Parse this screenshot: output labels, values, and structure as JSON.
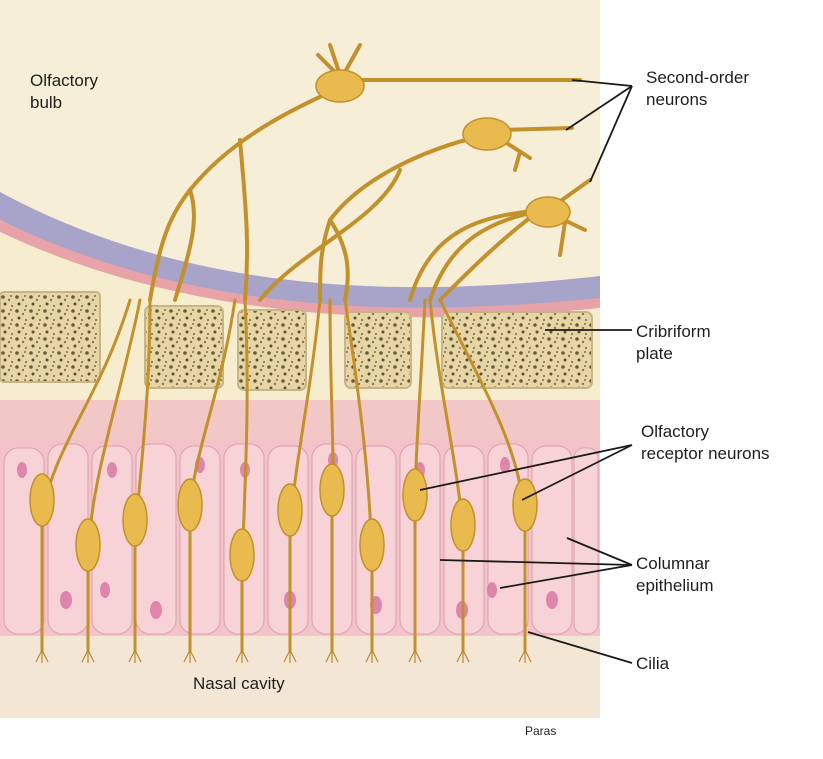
{
  "labels": {
    "olfactory_bulb": [
      "Olfactory",
      "bulb"
    ],
    "second_order_neurons": [
      "Second-order",
      "neurons"
    ],
    "cribriform_plate": [
      "Cribriform",
      "plate"
    ],
    "olfactory_receptor_neurons": [
      "Olfactory",
      "receptor neurons"
    ],
    "columnar_epithelium": [
      "Columnar",
      "epithelium"
    ],
    "cilia": "Cilia",
    "nasal_cavity": "Nasal cavity",
    "credit": "Paras"
  },
  "colors": {
    "bulb": "#f6eed7",
    "dura_purple": "#a8a3c8",
    "dura_pink": "#e7a3a8",
    "bone_fill": "#e6d6a5",
    "bone_frame": "#f6edcf",
    "epithelium": "#f3c3c9",
    "cell_nucleus": "#d978a3",
    "neuron": "#e9bb4e",
    "neuron_edge": "#c2912b",
    "nasal_cavity": "#f4e6d5",
    "leader_line": "#1a1a1a"
  }
}
